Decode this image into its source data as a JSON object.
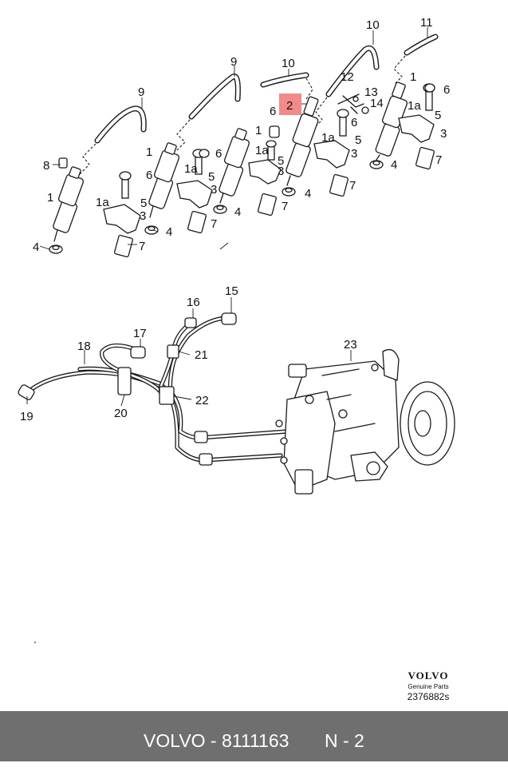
{
  "diagram": {
    "callouts": [
      {
        "id": "c9a",
        "text": "9"
      },
      {
        "id": "c9b",
        "text": "9"
      },
      {
        "id": "c10a",
        "text": "10"
      },
      {
        "id": "c10b",
        "text": "10"
      },
      {
        "id": "c11",
        "text": "11"
      },
      {
        "id": "c12",
        "text": "12"
      },
      {
        "id": "c13",
        "text": "13"
      },
      {
        "id": "c14",
        "text": "14"
      },
      {
        "id": "c2",
        "text": "2"
      },
      {
        "id": "c8",
        "text": "8"
      },
      {
        "id": "c1_a",
        "text": "1"
      },
      {
        "id": "c1_b",
        "text": "1"
      },
      {
        "id": "c1_c",
        "text": "1"
      },
      {
        "id": "c1_d",
        "text": "1"
      },
      {
        "id": "c1_e",
        "text": "1"
      },
      {
        "id": "c1a_a",
        "text": "1a"
      },
      {
        "id": "c1a_b",
        "text": "1a"
      },
      {
        "id": "c1a_c",
        "text": "1a"
      },
      {
        "id": "c1a_d",
        "text": "1a"
      },
      {
        "id": "c1a_e",
        "text": "1a"
      },
      {
        "id": "c3_a",
        "text": "3"
      },
      {
        "id": "c3_b",
        "text": "3"
      },
      {
        "id": "c3_c",
        "text": "3"
      },
      {
        "id": "c3_d",
        "text": "3"
      },
      {
        "id": "c3_e",
        "text": "3"
      },
      {
        "id": "c4_a",
        "text": "4"
      },
      {
        "id": "c4_b",
        "text": "4"
      },
      {
        "id": "c4_c",
        "text": "4"
      },
      {
        "id": "c4_d",
        "text": "4"
      },
      {
        "id": "c4_e",
        "text": "4"
      },
      {
        "id": "c5_a",
        "text": "5"
      },
      {
        "id": "c5_b",
        "text": "5"
      },
      {
        "id": "c5_c",
        "text": "5"
      },
      {
        "id": "c5_d",
        "text": "5"
      },
      {
        "id": "c5_e",
        "text": "5"
      },
      {
        "id": "c6_a",
        "text": "6"
      },
      {
        "id": "c6_b",
        "text": "6"
      },
      {
        "id": "c6_c",
        "text": "6"
      },
      {
        "id": "c6_d",
        "text": "6"
      },
      {
        "id": "c6_e",
        "text": "6"
      },
      {
        "id": "c7_a",
        "text": "7"
      },
      {
        "id": "c7_b",
        "text": "7"
      },
      {
        "id": "c7_c",
        "text": "7"
      },
      {
        "id": "c7_d",
        "text": "7"
      },
      {
        "id": "c7_e",
        "text": "7"
      },
      {
        "id": "c15",
        "text": "15"
      },
      {
        "id": "c16",
        "text": "16"
      },
      {
        "id": "c17",
        "text": "17"
      },
      {
        "id": "c18",
        "text": "18"
      },
      {
        "id": "c19",
        "text": "19"
      },
      {
        "id": "c20",
        "text": "20"
      },
      {
        "id": "c21",
        "text": "21"
      },
      {
        "id": "c22",
        "text": "22"
      },
      {
        "id": "c23",
        "text": "23"
      }
    ],
    "highlighted_callout": "2",
    "highlight_color": "#f28a8a",
    "line_color": "#1a1a1a"
  },
  "brand": {
    "logo_text": "VOLVO",
    "subtitle": "Genuine Parts",
    "drawing_code": "2376882s"
  },
  "footer": {
    "part_label": "VOLVO - 8111163",
    "position_label": "N - 2",
    "background": "#6f6f6f"
  }
}
